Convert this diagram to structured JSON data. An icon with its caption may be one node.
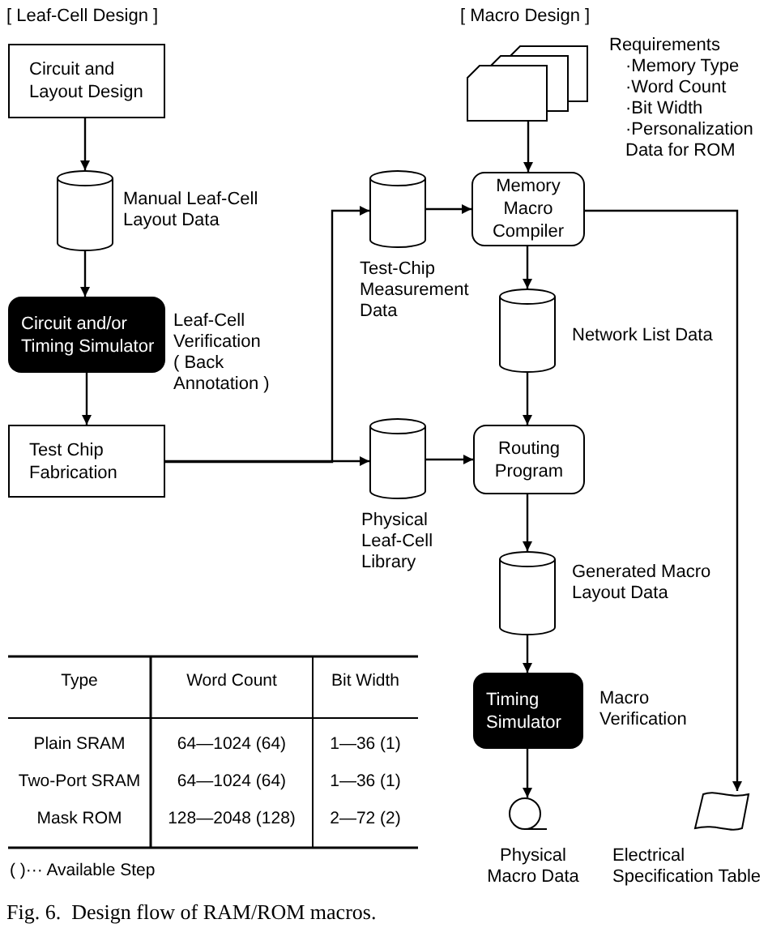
{
  "diagram": {
    "caption": "Fig. 6.  Design flow of RAM/ROM macros.",
    "nodes": [
      {
        "text": [
          "Circuit and Layout Design"
        ]
      },
      {
        "text": [],
        "shape": "cylinder",
        "beside": [
          "Manual Leaf-Cell Layout Data"
        ]
      },
      {
        "text": [
          "Circuit and/or Timing Simulator"
        ],
        "beside": [
          "Leaf-Cell Verification",
          "( Back Annotation )"
        ]
      },
      {
        "text": [
          "Test Chip Fabrication"
        ]
      },
      {
        "text": [],
        "shape": "cylinder",
        "beside": [
          "Test-Chip Measurement Data"
        ]
      },
      {
        "text": [],
        "shape": "cylinder",
        "beside": [
          "Physical Leaf-Cell Library"
        ]
      },
      {
        "text": [],
        "shape": "cards",
        "beside": [
          "Requirements",
          "·Memory Type",
          "·Word Count",
          "·Bit Width",
          "·Personalization Data for ROM"
        ]
      },
      {
        "text": [
          "Memory Macro Compiler"
        ]
      },
      {
        "text": [],
        "shape": "cylinder",
        "beside": [
          "Network List Data"
        ]
      },
      {
        "text": [
          "Routing Program"
        ]
      },
      {
        "text": [],
        "shape": "cylinder",
        "beside": [
          "Generated Macro Layout Data"
        ]
      },
      {
        "text": [
          "Timing Simulator"
        ],
        "beside": [
          "Macro Verification"
        ]
      },
      {
        "text": [],
        "shape": "circle",
        "beside": [
          "Physical Macro Data"
        ]
      },
      {
        "text": [],
        "shape": "tape",
        "beside": [
          "Electrical Specification Table"
        ]
      }
    ],
    "edges": [
      {
        "from": 0,
        "to": 1,
        "arrow": "to"
      },
      {
        "from": 1,
        "to": 2,
        "arrow": "to"
      },
      {
        "from": 2,
        "to": 3,
        "arrow": "to"
      },
      {
        "from": 3,
        "to": 5,
        "arrow": "to"
      },
      {
        "from": 3,
        "to": 4,
        "arrow": "to"
      },
      {
        "from": 6,
        "to": 7,
        "arrow": "to"
      },
      {
        "from": 4,
        "to": 7,
        "arrow": "to"
      },
      {
        "from": 7,
        "to": 8,
        "arrow": "to"
      },
      {
        "from": 8,
        "to": 9,
        "arrow": "to"
      },
      {
        "from": 5,
        "to": 9,
        "arrow": "to"
      },
      {
        "from": 9,
        "to": 10,
        "arrow": "to"
      },
      {
        "from": 10,
        "to": 11,
        "arrow": "to"
      },
      {
        "from": 11,
        "to": 12,
        "arrow": "to"
      },
      {
        "from": 7,
        "to": 13,
        "arrow": "to"
      }
    ],
    "labels": [
      "[ Leaf-Cell Design ]",
      "[ Macro Design ]",
      "Type",
      "Word Count",
      "Bit Width",
      "Plain SRAM",
      "64—1024 (64)",
      "1—36 (1)",
      "Two-Port SRAM",
      "64—1024 (64)",
      "1—36 (1)",
      "Mask ROM",
      "128—2048 (128)",
      "2—72 (2)",
      "( )··· Available Step"
    ]
  }
}
